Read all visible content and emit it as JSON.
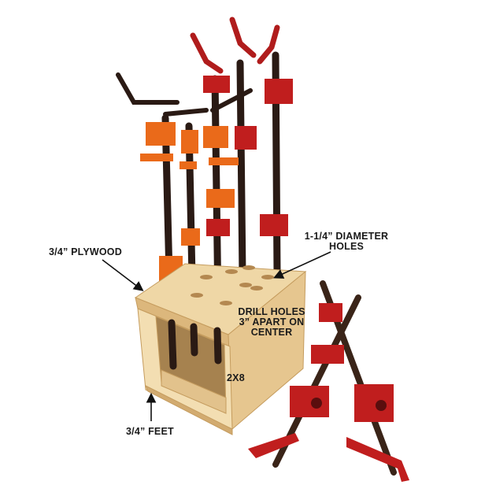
{
  "labels": {
    "plywood": "3/4” PLYWOOD",
    "diameter_line1": "1-1/4” DIAMETER",
    "diameter_line2": "HOLES",
    "drill_line1": "DRILL HOLES",
    "drill_line2": "3” APART ON",
    "drill_line3": "CENTER",
    "two_by_eight": "2X8",
    "feet": "3/4” FEET"
  },
  "colors": {
    "wood": "#e9cc98",
    "wood_dark": "#d4ae72",
    "rod": "#2a1a14",
    "orange": "#ea6a1a",
    "red": "#c01e1e"
  }
}
